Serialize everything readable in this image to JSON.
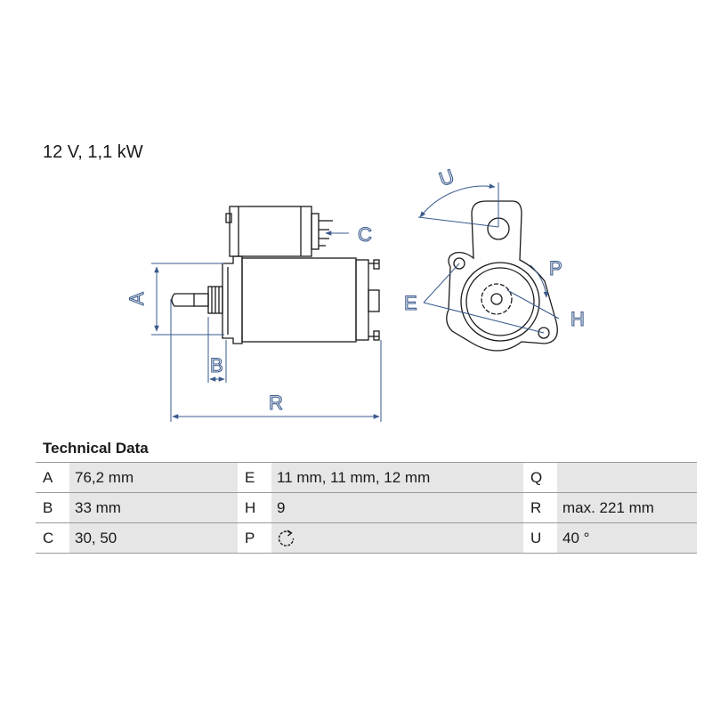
{
  "header": {
    "rating": "12 V, 1,1 kW"
  },
  "drawing": {
    "labels": {
      "A": "A",
      "B": "B",
      "C": "C",
      "E": "E",
      "H": "H",
      "P": "P",
      "R": "R",
      "U": "U"
    },
    "colors": {
      "line": "#1a1a1a",
      "dimension": "#3a5a8c"
    }
  },
  "specs": {
    "title": "Technical Data",
    "rows": [
      [
        {
          "key": "A",
          "value": "76,2 mm"
        },
        {
          "key": "E",
          "value": "11 mm, 11 mm, 12 mm"
        },
        {
          "key": "Q",
          "value": ""
        }
      ],
      [
        {
          "key": "B",
          "value": "33 mm"
        },
        {
          "key": "H",
          "value": "9"
        },
        {
          "key": "R",
          "value": "max. 221 mm"
        }
      ],
      [
        {
          "key": "C",
          "value": "30, 50"
        },
        {
          "key": "P",
          "value": "",
          "icon": "rotation-clockwise-icon"
        },
        {
          "key": "U",
          "value": "40 °"
        }
      ]
    ]
  }
}
